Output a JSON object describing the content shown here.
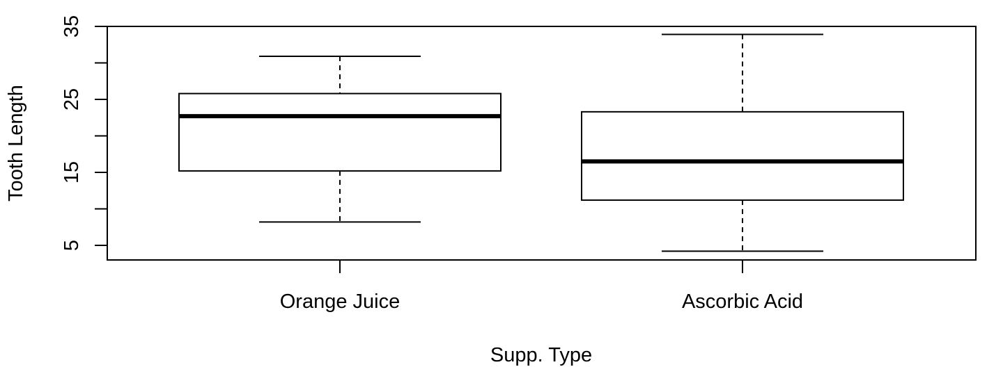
{
  "chart_data": {
    "type": "boxplot",
    "title": "",
    "xlabel": "Supp. Type",
    "ylabel": "Tooth Length",
    "ylim": [
      3,
      35
    ],
    "yticks": [
      5,
      10,
      15,
      20,
      25,
      30,
      35
    ],
    "ytick_labels": [
      "5",
      "",
      "15",
      "",
      "25",
      "",
      "35"
    ],
    "grid": false,
    "categories": [
      "Orange Juice",
      "Ascorbic Acid"
    ],
    "boxes": [
      {
        "category": "Orange Juice",
        "whisker_low": 8.2,
        "q1": 15.2,
        "median": 22.7,
        "q3": 25.8,
        "whisker_high": 30.9
      },
      {
        "category": "Ascorbic Acid",
        "whisker_low": 4.2,
        "q1": 11.2,
        "median": 16.5,
        "q3": 23.3,
        "whisker_high": 33.9
      }
    ],
    "colors": {
      "stroke": "#000000",
      "box_fill": "#ffffff",
      "median": "#000000"
    }
  }
}
